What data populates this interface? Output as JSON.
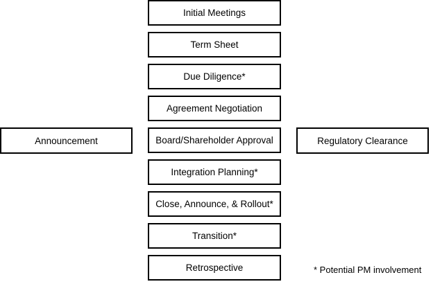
{
  "steps": [
    "Initial Meetings",
    "Term Sheet",
    "Due Diligence*",
    "Agreement Negotiation",
    "Board/Shareholder Approval",
    "Integration Planning*",
    "Close, Announce, & Rollout*",
    "Transition*",
    "Retrospective"
  ],
  "side_left": "Announcement",
  "side_right": "Regulatory Clearance",
  "footnote": "* Potential PM involvement"
}
